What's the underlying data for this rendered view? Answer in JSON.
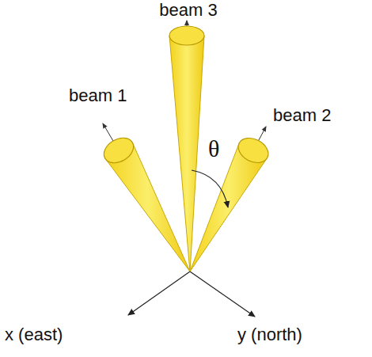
{
  "diagram": {
    "labels": [
      "beam 3",
      "beam 1",
      "beam 2",
      "θ",
      "x (east)",
      "y (north)"
    ]
  }
}
